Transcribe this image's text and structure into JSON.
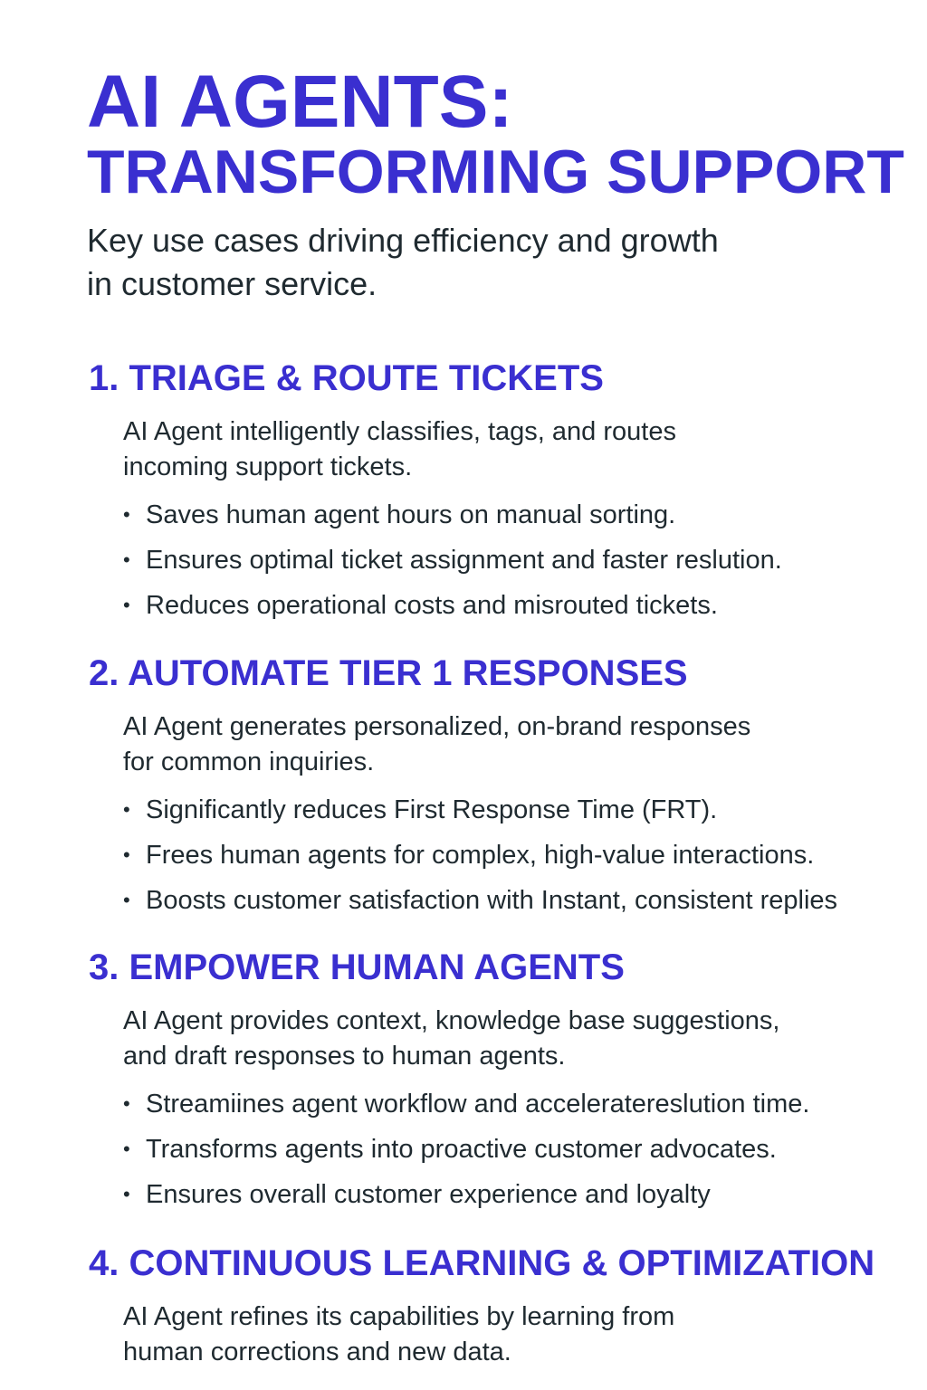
{
  "header": {
    "title_line1": "AI AGENTS:",
    "title_line2": "TRANSFORMING SUPPORT",
    "subtitle_line1": "Key use cases driving efficiency and growth",
    "subtitle_line2": "in customer service."
  },
  "colors": {
    "accent": "#3a2fd0",
    "text": "#1f2a30",
    "background": "#ffffff"
  },
  "sections": [
    {
      "heading": "1. TRIAGE & ROUTE TICKETS",
      "desc_line1": "AI Agent intelligently classifies, tags, and routes",
      "desc_line2": "incoming support tickets.",
      "bullets": [
        "Saves human agent hours on manual sorting.",
        "Ensures optimal ticket assignment and faster reslution.",
        "Reduces operational costs and misrouted tickets."
      ]
    },
    {
      "heading": "2. AUTOMATE TIER 1 RESPONSES",
      "desc_line1": "AI Agent generates personalized, on-brand responses",
      "desc_line2": "for common inquiries.",
      "bullets": [
        "Significantly reduces First Response Time (FRT).",
        "Frees human agents for complex, high-value interactions.",
        "Boosts customer satisfaction with Instant, consistent replies"
      ]
    },
    {
      "heading": "3. EMPOWER HUMAN AGENTS",
      "desc_line1": "AI Agent provides context, knowledge base suggestions,",
      "desc_line2": "and draft responses to human agents.",
      "bullets": [
        "Streamiines agent workflow and accelerateresl​ution time.",
        "Transforms agents into proactive customer advocates.",
        "Ensures overall customer experience and loyalty"
      ]
    },
    {
      "heading": "4. CONTINUOUS LEARNING & OPTIMIZATION",
      "desc_line1": "AI Agent refines its capabilities by learning from",
      "desc_line2": "human corrections and new data.",
      "bullets": []
    }
  ],
  "bullet_glyph": "•"
}
